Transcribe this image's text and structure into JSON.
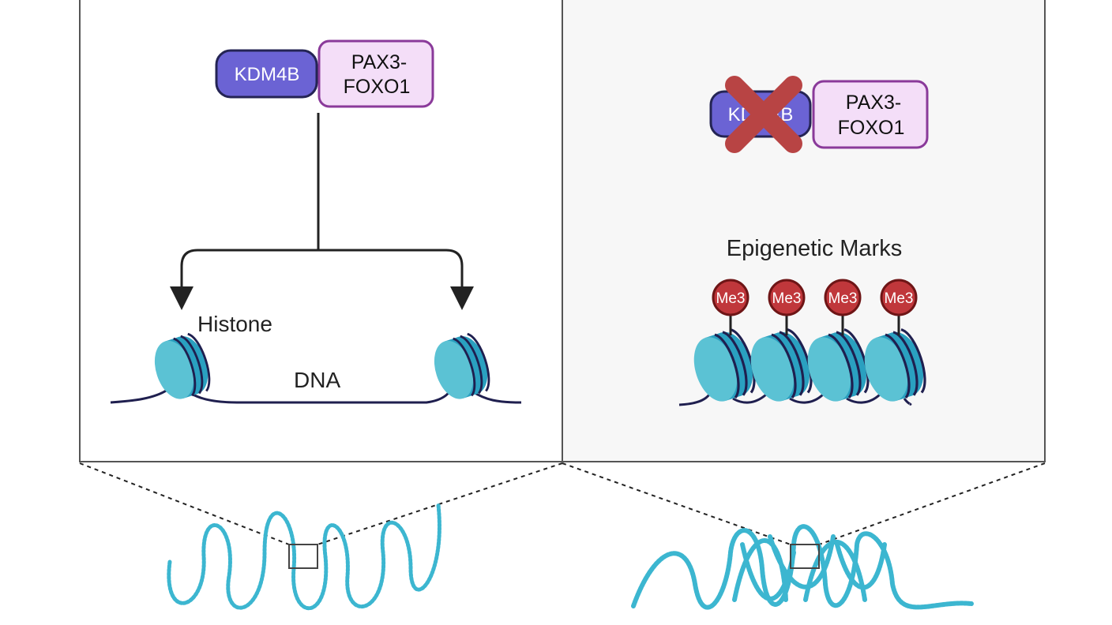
{
  "left_panel": {
    "protein_a": "KDM4B",
    "protein_b_line1": "PAX3-",
    "protein_b_line2": "FOXO1",
    "histone_label": "Histone",
    "dna_label": "DNA"
  },
  "right_panel": {
    "protein_a": "KDM4B",
    "protein_b_line1": "PAX3-",
    "protein_b_line2": "FOXO1",
    "marks_label": "Epigenetic Marks",
    "mark_label": "Me3",
    "mark_count": 4
  },
  "colors": {
    "kdm4b_fill": "#6b63d4",
    "kdm4b_stroke": "#242454",
    "pax3_fill": "#f4def8",
    "pax3_stroke": "#8a3a9a",
    "histone_light": "#5bc2d4",
    "histone_dark": "#2aa0c0",
    "dna_stroke": "#1f1f4f",
    "me3_fill": "#c0373b",
    "me3_stroke": "#6e1516",
    "cross": "#b84444",
    "right_panel_bg": "#f7f7f7",
    "chromatin": "#3cb6d0"
  }
}
